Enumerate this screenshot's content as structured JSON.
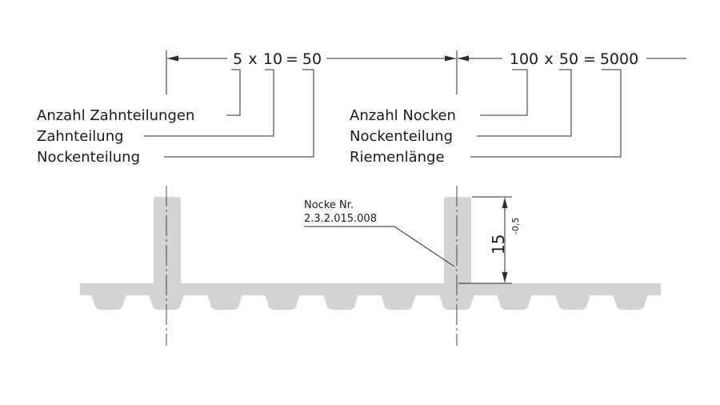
{
  "left_formula": {
    "a": "5",
    "x": "x",
    "b": "10",
    "eq": "=",
    "c": "50"
  },
  "right_formula": {
    "a": "100",
    "x": "x",
    "b": "50",
    "eq": "=",
    "c": "5000"
  },
  "left_labels": [
    "Anzahl Zahnteilungen",
    "Zahnteilung",
    "Nockenteilung"
  ],
  "right_labels": [
    "Anzahl Nocken",
    "Nockenteilung",
    "Riemenlänge"
  ],
  "cam_callout": {
    "line1": "Nocke Nr.",
    "line2": "2.3.2.015.008"
  },
  "cam_height": {
    "value": "15",
    "tolerance": "-0,5"
  },
  "colors": {
    "belt": "#d3d3d3",
    "line": "#2a2a2a"
  }
}
